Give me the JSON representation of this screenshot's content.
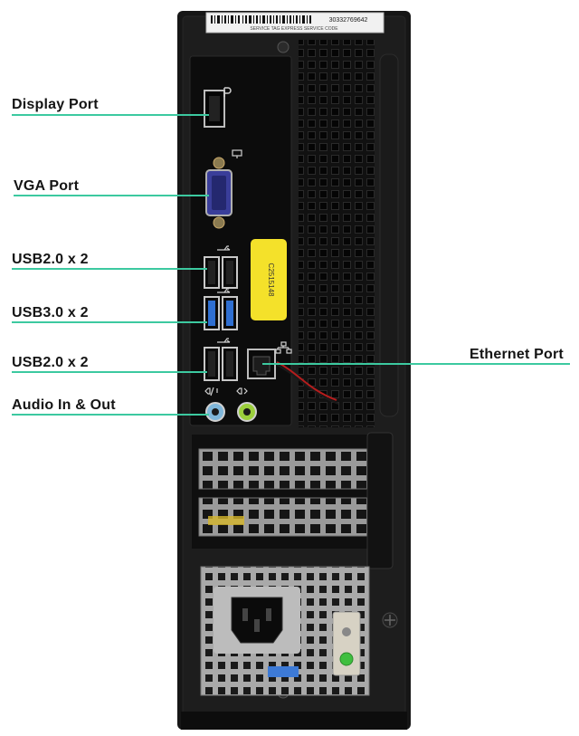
{
  "labels": {
    "display_port": "Display Port",
    "vga_port": "VGA Port",
    "usb20_top": "USB2.0 x 2",
    "usb30": "USB3.0 x 2",
    "usb20_bottom": "USB2.0 x 2",
    "audio": "Audio In & Out",
    "ethernet": "Ethernet Port"
  },
  "service_tag": {
    "number": "30332769642",
    "caption": "SERVICE TAG  EXPRESS SERVICE CODE"
  },
  "sticker_text": "C2515148",
  "colors": {
    "leader_line": "#3cc9a0",
    "chassis": "#161616",
    "panel": "#0c0c0c",
    "usb3_blue": "#2f6fd1",
    "sticker_yellow": "#f4e12a",
    "audio_in": "#7fb6d9",
    "audio_out": "#9bcf3c",
    "led_green": "#3fbf3f"
  },
  "icons": [
    "display-port-icon",
    "vga-icon",
    "usb-icon",
    "network-icon",
    "audio-icon",
    "power-socket-icon"
  ]
}
